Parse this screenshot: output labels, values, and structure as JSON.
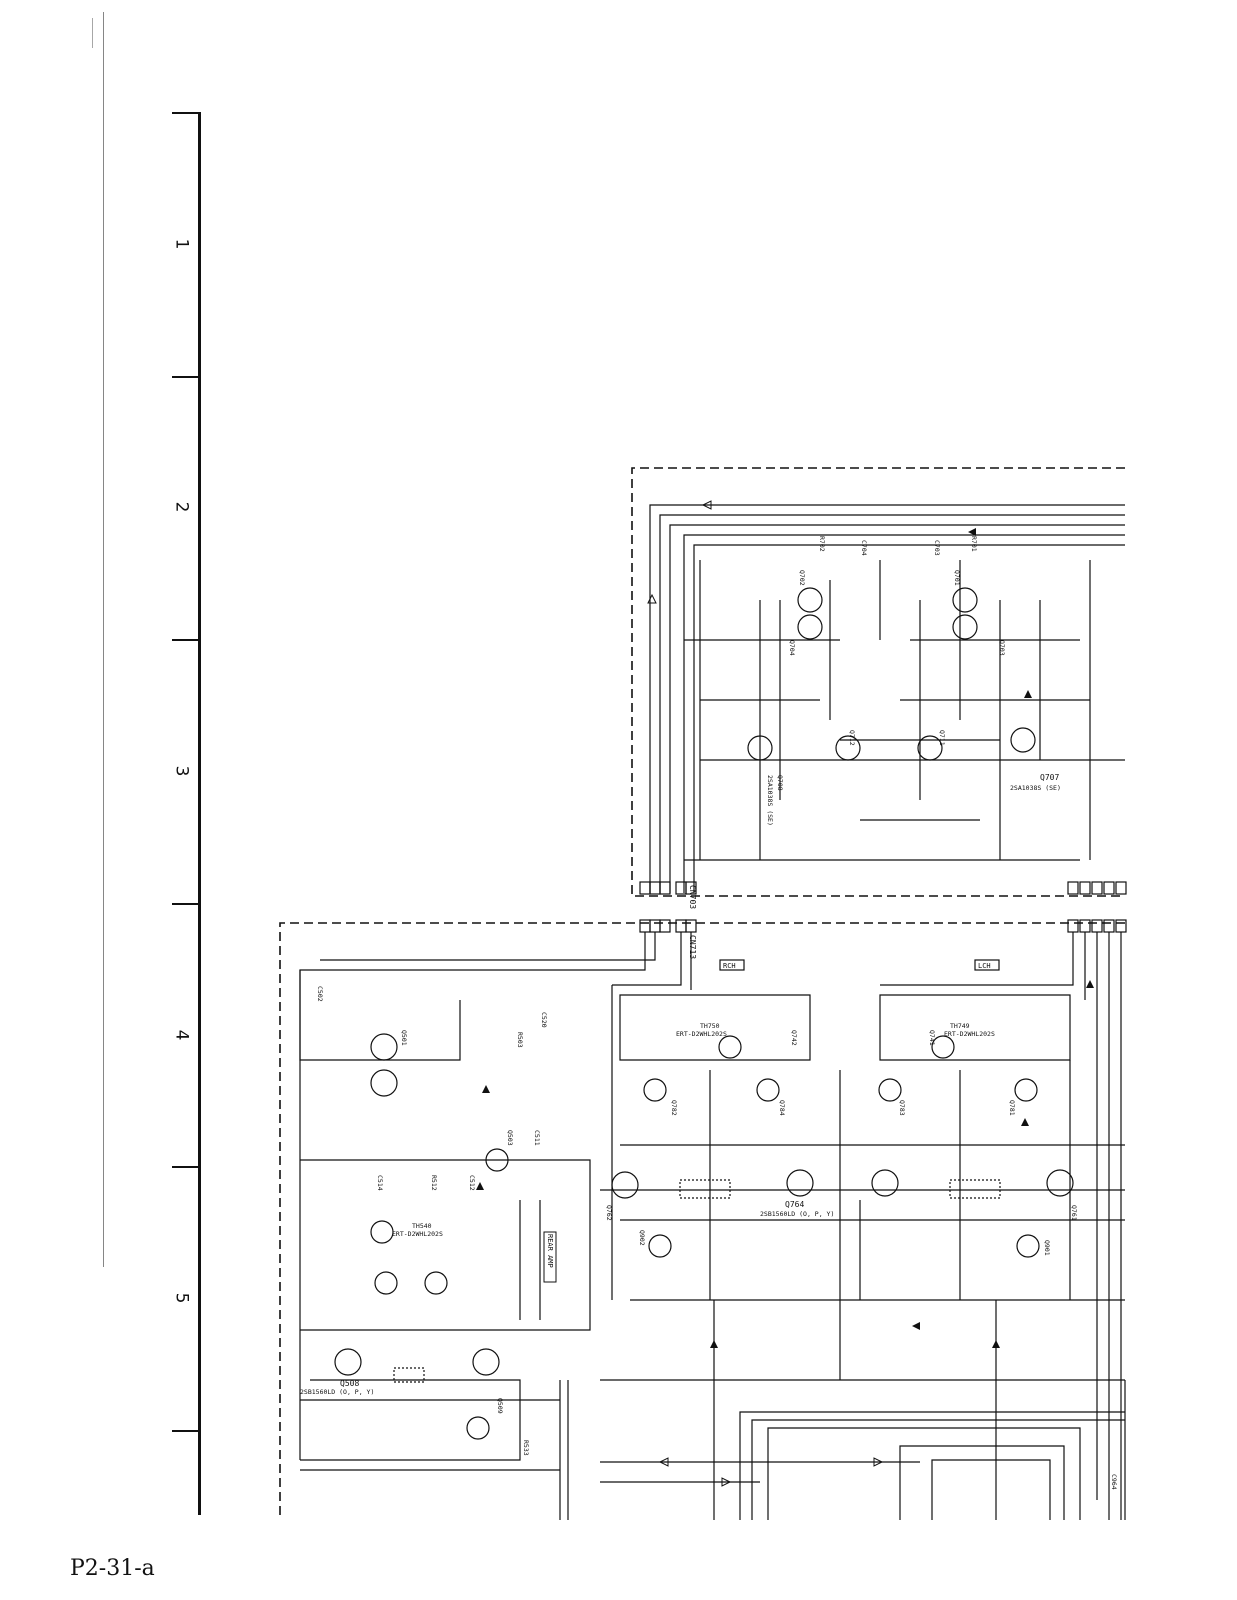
{
  "page_id": "P2-31-a",
  "row_numbers": [
    "1",
    "2",
    "3",
    "4",
    "5"
  ],
  "blocks": {
    "upper_connector": "CN703",
    "lower_connector": "CN713",
    "rch_label": "RCH",
    "lch_label": "LCH",
    "rear_amp_label": "REAR AMP"
  },
  "parts": {
    "q707": "Q707",
    "q707_type": "2SA1038S (SE)",
    "q708": "Q708",
    "q708_type": "2SA1038S (SE)",
    "q711": "Q711",
    "q712": "Q712",
    "q701": "Q701",
    "q702": "Q702",
    "q703": "Q703",
    "q704": "Q704",
    "q741": "Q741",
    "q742": "Q742",
    "q764": "Q764",
    "q764_type": "2SB1560LD (O, P, Y)",
    "q762": "Q762",
    "q761": "Q761",
    "q781": "Q781",
    "q782": "Q782",
    "q783": "Q783",
    "q784": "Q784",
    "q901": "Q901",
    "q902": "Q902",
    "q501": "Q501",
    "q503": "Q503",
    "q508": "Q508",
    "q508_type": "2SB1560LD (O, P, Y)",
    "q509": "Q509",
    "th750": "TH750",
    "th750_type": "ERT-D2WHL202S",
    "th749": "TH749",
    "th749_type": "ERT-D2WHL202S",
    "th540": "TH540",
    "th540_type": "ERT-D2WHL202S",
    "r701": "R701",
    "r702": "R702",
    "c704": "C704",
    "c703": "C703",
    "c512": "C512",
    "r512": "R512",
    "c514": "C514",
    "c502": "C502",
    "c520": "C520",
    "r503": "R503",
    "c511": "C511",
    "r533": "R533",
    "c964": "C964"
  }
}
